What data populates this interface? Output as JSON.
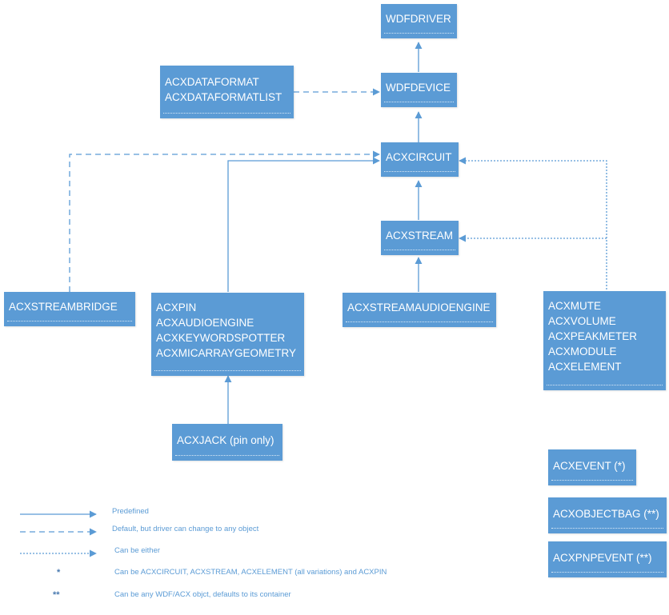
{
  "nodes": {
    "wdfdriver": [
      "WDFDRIVER"
    ],
    "wdfdevice": [
      "WDFDEVICE"
    ],
    "dataformat": [
      "ACXDATAFORMAT",
      "ACXDATAFORMATLIST"
    ],
    "acxcircuit": [
      "ACXCIRCUIT"
    ],
    "acxstream": [
      "ACXSTREAM"
    ],
    "streambridge": [
      "ACXSTREAMBRIDGE"
    ],
    "pin_group": [
      "ACXPIN",
      "ACXAUDIOENGINE",
      "ACXKEYWORDSPOTTER",
      "ACXMICARRAYGEOMETRY"
    ],
    "streamaudioengine": [
      "ACXSTREAMAUDIOENGINE"
    ],
    "element_group": [
      "ACXMUTE",
      "ACXVOLUME",
      "ACXPEAKMETER",
      "ACXMODULE",
      "ACXELEMENT"
    ],
    "acxjack": [
      "ACXJACK (pin only)"
    ],
    "acxevent": [
      "ACXEVENT (*)"
    ],
    "acxobjectbag": [
      "ACXOBJECTBAG (**)"
    ],
    "acxpnpevent": [
      "ACXPNPEVENT (**)"
    ]
  },
  "legend": {
    "predefined": "Predefined",
    "default": "Default, but driver can change to any object",
    "either": "Can be either",
    "star_symbol": "*",
    "star_text": "Can be ACXCIRCUIT, ACXSTREAM, ACXELEMENT (all variations) and ACXPIN",
    "dstar_symbol": "**",
    "dstar_text": "Can be any WDF/ACX objct, defaults to its container"
  },
  "colors": {
    "node_fill": "#5b9bd5",
    "node_text": "#ffffff",
    "connector": "#5b9bd5"
  }
}
